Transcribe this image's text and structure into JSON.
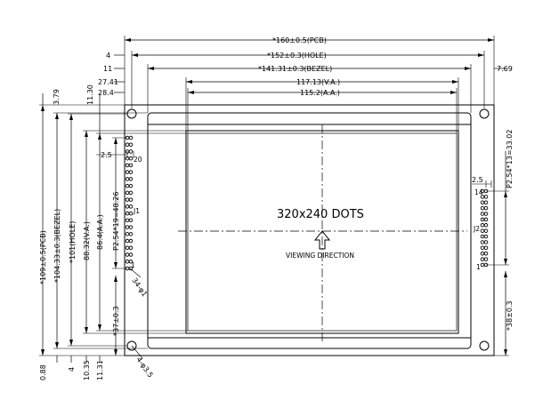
{
  "top_dims": {
    "pcb_width": "*160±0.5(PCB)",
    "hole_width": "*152±0.3(HOLE)",
    "bezel_width": "*141.31±0.3(BEZEL)",
    "va_width": "117.13(V.A.)",
    "aa_width": "115.2(A.A.)",
    "left_4": "4",
    "left_11": "11",
    "left_27": "27.41",
    "left_28": "28.4",
    "right_769": "7.69"
  },
  "left_dims": {
    "pcb_height": "*109±0.5(PCB)",
    "bezel_height": "*104.33±0.3(BEZEL)",
    "hole_height": "*101(HOLE)",
    "va_height": "88.32(V.A.)",
    "aa_height": "86.4(A.A.)",
    "j1_pitch": "P2.54*19=48.26",
    "j1_bottom": "*37±0.3",
    "top_379": "3.79",
    "top_1130": "11.30",
    "bot_088": "0.88",
    "bot_4": "4",
    "bot_1035": "10.35",
    "bot_1131": "11.31"
  },
  "right_dims": {
    "j2_pitch": "P2.54*13=33.02",
    "j2_bottom": "*38±0.3",
    "j2_25": "2.5"
  },
  "connectors": {
    "j1_label": "J1",
    "j1_pin_top": "20",
    "j1_pin_bottom": "1",
    "j1_25": "2.5",
    "j1_hole": "34-φ1",
    "j2_label": "J2",
    "j2_pin_top": "14",
    "j2_pin_bottom": "1"
  },
  "screen": {
    "resolution": "320x240  DOTS",
    "viewing": "VIEWING DIRECTION"
  },
  "mount_hole": "4-φ3.5"
}
